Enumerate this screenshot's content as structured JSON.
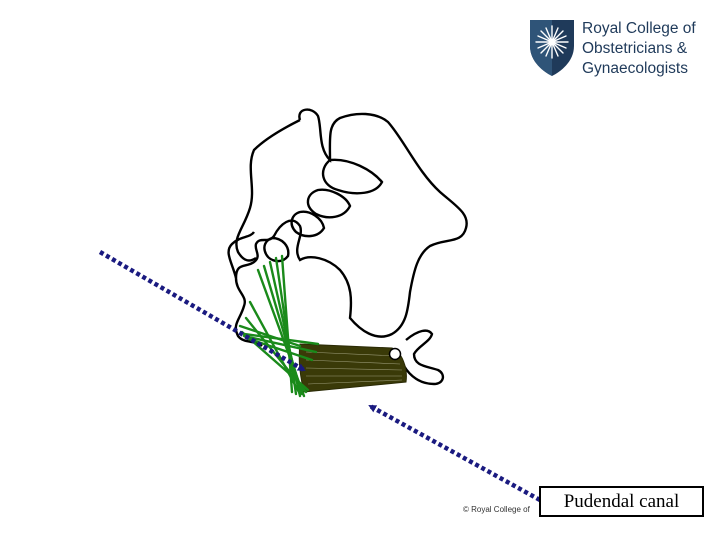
{
  "logo": {
    "line1": "Royal College of",
    "line2": "Obstetricians &",
    "line3": "Gynaecologists",
    "icon": "shield-star-icon",
    "color": "#1f3a5a"
  },
  "copyright": "© Royal College of",
  "label": "Pudendal canal",
  "colors": {
    "bone_outline": "#000000",
    "ligament": "#1a8a1a",
    "muscle": "#3a3a08",
    "arrow": "#1a1a80"
  }
}
